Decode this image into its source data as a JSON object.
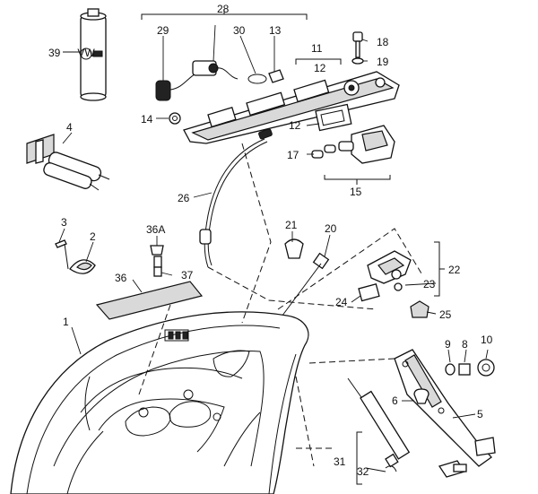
{
  "callouts": {
    "p1": "1",
    "p2": "2",
    "p3": "3",
    "p4": "4",
    "p5": "5",
    "p6": "6",
    "p8": "8",
    "p9": "9",
    "p10": "10",
    "p11": "11",
    "p12a": "12",
    "p12b": "12",
    "p13": "13",
    "p14": "14",
    "p15": "15",
    "p17": "17",
    "p18": "18",
    "p19": "19",
    "p20": "20",
    "p21": "21",
    "p22": "22",
    "p23": "23",
    "p24": "24",
    "p25": "25",
    "p26": "26",
    "p28": "28",
    "p29": "29",
    "p30": "30",
    "p31": "31",
    "p32": "32",
    "p36": "36",
    "p36a": "36A",
    "p37": "37",
    "p39": "39"
  },
  "logo_text": "VW"
}
